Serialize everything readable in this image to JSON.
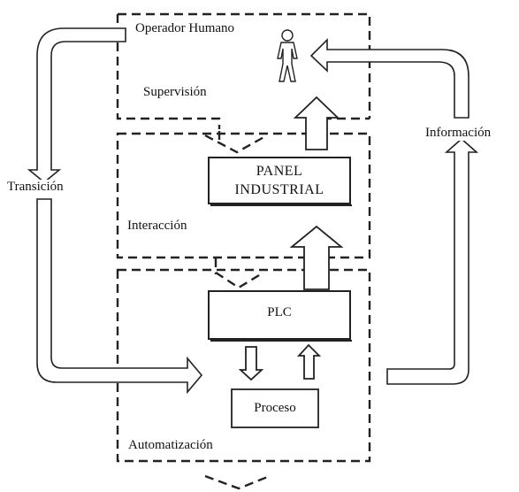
{
  "labels": {
    "operador": "Operador Humano",
    "supervision": "Supervisión",
    "interaccion": "Interacción",
    "automatizacion": "Automatización",
    "transicion": "Transición",
    "informacion": "Información"
  },
  "boxes": {
    "panel_line1": "PANEL",
    "panel_line2": "INDUSTRIAL",
    "plc": "PLC",
    "proceso": "Proceso"
  }
}
